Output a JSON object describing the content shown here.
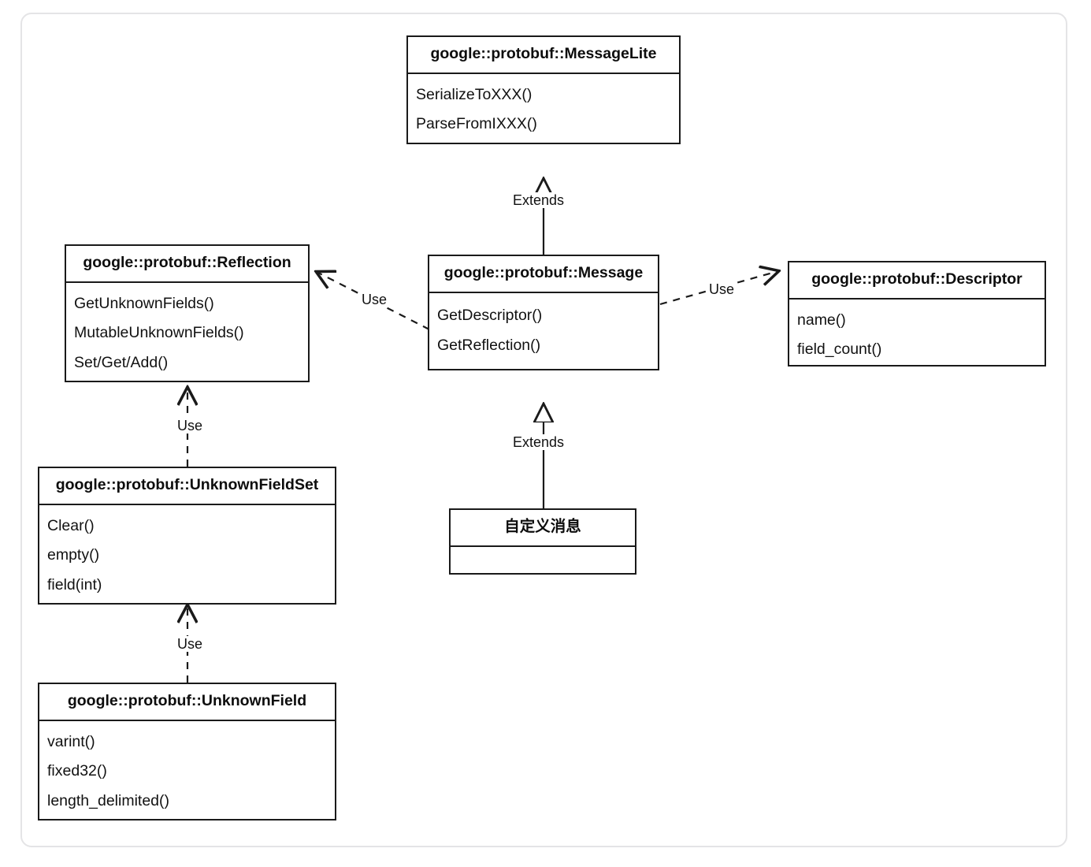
{
  "diagram": {
    "type": "uml-class-diagram",
    "title_text": "",
    "background": "#ffffff",
    "frame_color": "#e4e4e6",
    "line_color": "#1a1a1a",
    "classes": [
      {
        "id": "message_lite",
        "name": "google::protobuf::MessageLite",
        "methods": [
          "SerializeToXXX()",
          "ParseFromIXXX()"
        ]
      },
      {
        "id": "reflection",
        "name": "google::protobuf::Reflection",
        "methods": [
          "GetUnknownFields()",
          "MutableUnknownFields()",
          "Set/Get/Add()"
        ]
      },
      {
        "id": "message",
        "name": "google::protobuf::Message",
        "methods": [
          "GetDescriptor()",
          "GetReflection()"
        ]
      },
      {
        "id": "descriptor",
        "name": "google::protobuf::Descriptor",
        "methods": [
          "name()",
          "field_count()"
        ]
      },
      {
        "id": "unknown_field_set",
        "name": "google::protobuf::UnknownFieldSet",
        "methods": [
          "Clear()",
          "empty()",
          "field(int)"
        ]
      },
      {
        "id": "unknown_field",
        "name": "google::protobuf::UnknownField",
        "methods": [
          "varint()",
          "fixed32()",
          "length_delimited()"
        ]
      },
      {
        "id": "custom_message",
        "name": "自定义消息",
        "methods": []
      }
    ],
    "edges": [
      {
        "id": "message_extends_message_lite",
        "from": "message",
        "to": "message_lite",
        "label": "Extends",
        "kind": "generalization"
      },
      {
        "id": "custom_extends_message",
        "from": "custom_message",
        "to": "message",
        "label": "Extends",
        "kind": "generalization"
      },
      {
        "id": "message_uses_reflection",
        "from": "message",
        "to": "reflection",
        "label": "Use",
        "kind": "dependency"
      },
      {
        "id": "message_uses_descriptor",
        "from": "message",
        "to": "descriptor",
        "label": "Use",
        "kind": "dependency"
      },
      {
        "id": "unknown_field_set_uses_reflection",
        "from": "unknown_field_set",
        "to": "reflection",
        "label": "Use",
        "kind": "dependency"
      },
      {
        "id": "unknown_field_uses_unknown_field_set",
        "from": "unknown_field",
        "to": "unknown_field_set",
        "label": "Use",
        "kind": "dependency"
      }
    ]
  }
}
